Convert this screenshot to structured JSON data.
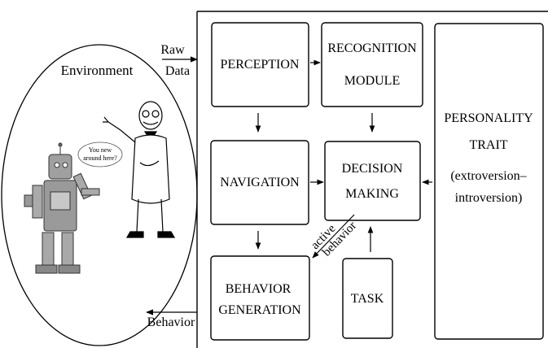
{
  "environment": {
    "label": "Environment",
    "speech_bubble": [
      "You new",
      "around here?"
    ]
  },
  "io": {
    "raw_data": [
      "Raw",
      "Data"
    ],
    "behavior": "Behavior"
  },
  "modules": {
    "perception": "PERCEPTION",
    "recognition": [
      "RECOGNITION",
      "MODULE"
    ],
    "navigation": "NAVIGATION",
    "decision": [
      "DECISION",
      "MAKING"
    ],
    "behavior_generation": [
      "BEHAVIOR",
      "GENERATION"
    ],
    "task": "TASK",
    "personality": [
      "PERSONALITY",
      "TRAIT",
      "(extroversion–",
      "introversion)"
    ]
  },
  "edge_labels": {
    "active_behavior": [
      "active",
      "behavior"
    ]
  }
}
